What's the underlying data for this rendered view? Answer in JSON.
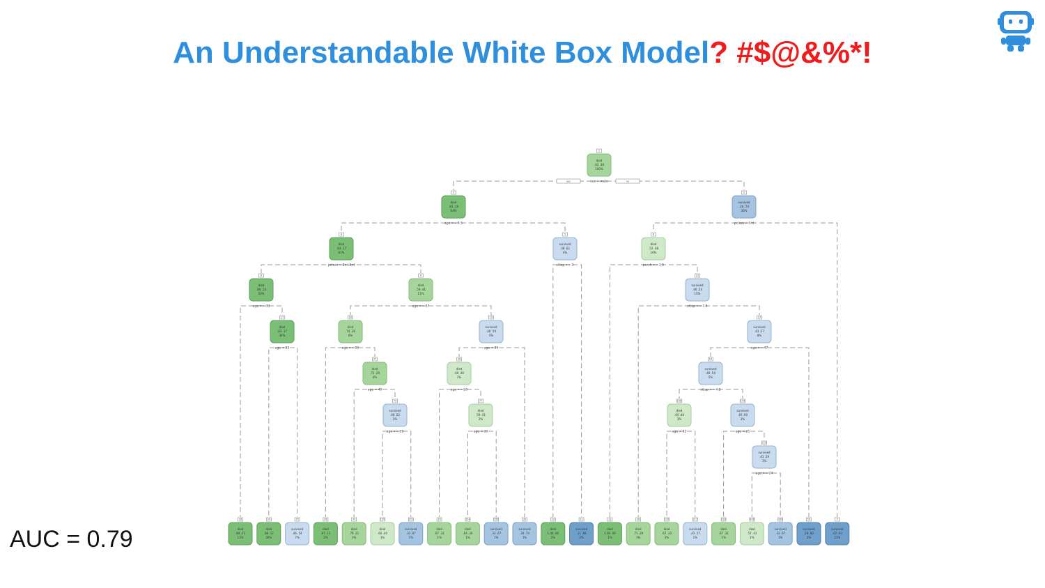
{
  "title": {
    "main": "An Understandable White Box Model",
    "punct": "? #$@&%*!"
  },
  "auc": "AUC = 0.79",
  "icons": {
    "logo": "robot-icon"
  },
  "colors": {
    "title_blue": "#2f8fdd",
    "title_red": "#ee1c1c",
    "dark_green": "#7bbf77",
    "med_green": "#a6d59c",
    "light_green": "#cfe8c8",
    "light_blue": "#c9dbee",
    "med_blue": "#a4c4e1",
    "dark_blue": "#6f9fcb",
    "robot_blue": "#2f8fdd"
  },
  "tree": {
    "branch_labels": {
      "yes": "yes",
      "no": "no"
    },
    "nodes": [
      {
        "id": "1",
        "class": "died",
        "probs": ".62 .38",
        "pct": "100%",
        "color": "med_green",
        "split": "sex = male"
      },
      {
        "id": "2",
        "class": "died",
        "probs": ".81 .19",
        "pct": "64%",
        "color": "dark_green",
        "split": "age >= 9.5"
      },
      {
        "id": "3",
        "class": "survived",
        "probs": ".26 .74",
        "pct": "36%",
        "color": "med_blue",
        "split": "pclass = 3rd"
      },
      {
        "id": "4",
        "class": "died",
        "probs": ".83 .17",
        "pct": "61%",
        "color": "dark_green",
        "split": "pclass = 2nd,3rd"
      },
      {
        "id": "5",
        "class": "survived",
        "probs": ".38 .62",
        "pct": "4%",
        "color": "light_blue",
        "split": "sibsp >= 3"
      },
      {
        "id": "6",
        "class": "died",
        "probs": ".52 .48",
        "pct": "16%",
        "color": "light_green",
        "split": "parch >= 2.5"
      },
      {
        "id": "8",
        "class": "died",
        "probs": ".86 .14",
        "pct": "50%",
        "color": "dark_green",
        "split": "age >= 30"
      },
      {
        "id": "9",
        "class": "died",
        "probs": ".59 .41",
        "pct": "11%",
        "color": "med_green",
        "split": "age >= 37"
      },
      {
        "id": "13",
        "class": "survived",
        "probs": ".46 .54",
        "pct": "15%",
        "color": "light_blue",
        "split": "sibsp >= 1.5"
      },
      {
        "id": "17",
        "class": "died",
        "probs": ".83 .17",
        "pct": "34%",
        "color": "dark_green",
        "split": "age < 33"
      },
      {
        "id": "18",
        "class": "died",
        "probs": ".74 .26",
        "pct": "6%",
        "color": "med_green",
        "split": "age >= 56"
      },
      {
        "id": "19",
        "class": "survived",
        "probs": ".46 .54",
        "pct": "5%",
        "color": "light_blue",
        "split": "age < 36"
      },
      {
        "id": "27",
        "class": "survived",
        "probs": ".43 .57",
        "pct": "8%",
        "color": "light_blue",
        "split": "age >= 47"
      },
      {
        "id": "37",
        "class": "died",
        "probs": ".71 .29",
        "pct": "4%",
        "color": "med_green",
        "split": "age < 40"
      },
      {
        "id": "38",
        "class": "died",
        "probs": ".60 .40",
        "pct": "2%",
        "color": "light_green",
        "split": "age >= 20"
      },
      {
        "id": "54",
        "class": "survived",
        "probs": ".46 .54",
        "pct": "5%",
        "color": "light_blue",
        "split": "sibsp >= 4.5"
      },
      {
        "id": "75",
        "class": "survived",
        "probs": ".48 .52",
        "pct": "2%",
        "color": "light_blue",
        "split": "age >= 59"
      },
      {
        "id": "77",
        "class": "died",
        "probs": ".59 .41",
        "pct": "2%",
        "color": "light_green",
        "split": "age < 30"
      },
      {
        "id": "108",
        "class": "died",
        "probs": ".60 .40",
        "pct": "3%",
        "color": "light_green",
        "split": "age < 32"
      },
      {
        "id": "109",
        "class": "survived",
        "probs": ".40 .60",
        "pct": "3%",
        "color": "light_blue",
        "split": "age < 21"
      },
      {
        "id": "219",
        "class": "survived",
        "probs": ".41 .59",
        "pct": "1%",
        "color": "light_blue",
        "split": "age >= 24"
      }
    ],
    "leaves": [
      {
        "id": "16",
        "class": "died",
        "probs": ".89 .11",
        "pct": "11%",
        "color": "dark_green"
      },
      {
        "id": "34",
        "class": "died",
        "probs": ".88 .12",
        "pct": "28%",
        "color": "dark_green"
      },
      {
        "id": "35",
        "class": "survived",
        "probs": ".46 .54",
        "pct": "7%",
        "color": "light_blue"
      },
      {
        "id": "36",
        "class": "died",
        "probs": ".87 .13",
        "pct": "2%",
        "color": "dark_green"
      },
      {
        "id": "74",
        "class": "died",
        "probs": ".79 .21",
        "pct": "3%",
        "color": "med_green"
      },
      {
        "id": "150",
        "class": "died",
        "probs": ".60 .40",
        "pct": "1%",
        "color": "light_green"
      },
      {
        "id": "151",
        "class": "survived",
        "probs": ".33 .67",
        "pct": "1%",
        "color": "med_blue"
      },
      {
        "id": "76",
        "class": "died",
        "probs": ".67 .33",
        "pct": "1%",
        "color": "med_green"
      },
      {
        "id": "154",
        "class": "died",
        "probs": ".64 .36",
        "pct": "1%",
        "color": "med_green"
      },
      {
        "id": "155",
        "class": "survived",
        "probs": ".33 .67",
        "pct": "1%",
        "color": "med_blue"
      },
      {
        "id": "39",
        "class": "survived",
        "probs": ".30 .70",
        "pct": "1%",
        "color": "med_blue"
      },
      {
        "id": "10",
        "class": "died",
        "probs": "1.00 .00",
        "pct": "2%",
        "color": "dark_green"
      },
      {
        "id": "11",
        "class": "survived",
        "probs": ".11 .89",
        "pct": "2%",
        "color": "dark_blue"
      },
      {
        "id": "12",
        "class": "died",
        "probs": "1.00 .00",
        "pct": "1%",
        "color": "dark_green"
      },
      {
        "id": "26",
        "class": "died",
        "probs": ".71 .29",
        "pct": "1%",
        "color": "med_green"
      },
      {
        "id": "216",
        "class": "died",
        "probs": ".67 .33",
        "pct": "2%",
        "color": "med_green"
      },
      {
        "id": "217",
        "class": "survived",
        "probs": ".43 .57",
        "pct": "1%",
        "color": "light_blue"
      },
      {
        "id": "218",
        "class": "died",
        "probs": ".67 .33",
        "pct": "1%",
        "color": "med_green"
      },
      {
        "id": "438",
        "class": "died",
        "probs": ".57 .43",
        "pct": "1%",
        "color": "light_green"
      },
      {
        "id": "439",
        "class": "survived",
        "probs": ".33 .67",
        "pct": "1%",
        "color": "med_blue"
      },
      {
        "id": "55",
        "class": "survived",
        "probs": ".18 .82",
        "pct": "2%",
        "color": "dark_blue"
      },
      {
        "id": "7",
        "class": "survived",
        "probs": ".07 .93",
        "pct": "21%",
        "color": "dark_blue"
      }
    ]
  }
}
